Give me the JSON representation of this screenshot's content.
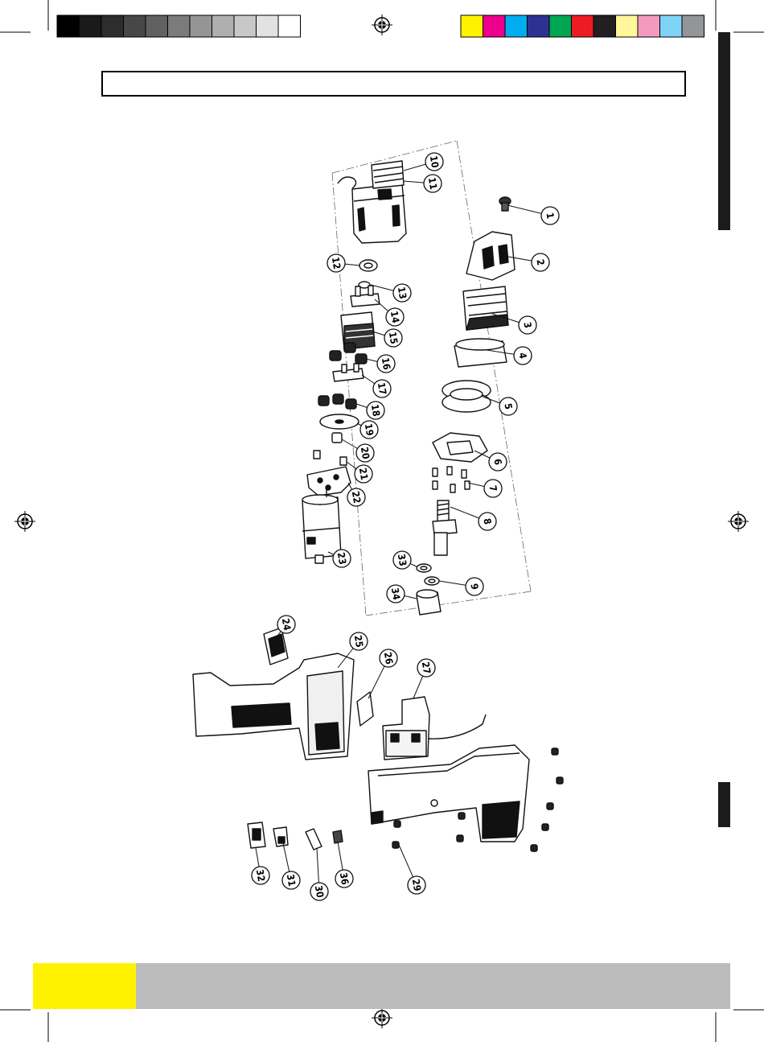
{
  "print_marks": {
    "grayscale_bar": [
      "#000000",
      "#1a1a1a",
      "#2d2d2d",
      "#474747",
      "#616161",
      "#7b7b7b",
      "#959595",
      "#afafaf",
      "#c8c8c8",
      "#e2e2e2",
      "#ffffff"
    ],
    "color_bar": [
      "#fff200",
      "#ec008c",
      "#00aeef",
      "#2e3192",
      "#00a651",
      "#ed1c24",
      "#231f20",
      "#fff799",
      "#f49ac1",
      "#7fd3f7",
      "#939598"
    ]
  },
  "header": {
    "title": ""
  },
  "footer": {
    "accent": "#fff200",
    "band": "#bcbcbc"
  },
  "side_tabs": {
    "color": "#1b1b1b"
  },
  "callouts": [
    {
      "id": "c1",
      "label": "1"
    },
    {
      "id": "c2",
      "label": "2"
    },
    {
      "id": "c3",
      "label": "3"
    },
    {
      "id": "c4",
      "label": "4"
    },
    {
      "id": "c5",
      "label": "5"
    },
    {
      "id": "c6",
      "label": "6"
    },
    {
      "id": "c7",
      "label": "7"
    },
    {
      "id": "c8",
      "label": "8"
    },
    {
      "id": "c9",
      "label": "9"
    },
    {
      "id": "c10",
      "label": "10"
    },
    {
      "id": "c11",
      "label": "11"
    },
    {
      "id": "c12",
      "label": "12"
    },
    {
      "id": "c13",
      "label": "13"
    },
    {
      "id": "c14",
      "label": "14"
    },
    {
      "id": "c15",
      "label": "15"
    },
    {
      "id": "c16",
      "label": "16"
    },
    {
      "id": "c17",
      "label": "17"
    },
    {
      "id": "c18",
      "label": "18"
    },
    {
      "id": "c19",
      "label": "19"
    },
    {
      "id": "c20",
      "label": "20"
    },
    {
      "id": "c21",
      "label": "21"
    },
    {
      "id": "c22",
      "label": "22"
    },
    {
      "id": "c23",
      "label": "23"
    },
    {
      "id": "c24",
      "label": "24"
    },
    {
      "id": "c25",
      "label": "25"
    },
    {
      "id": "c26",
      "label": "26"
    },
    {
      "id": "c27",
      "label": "27"
    },
    {
      "id": "c29",
      "label": "29"
    },
    {
      "id": "c30",
      "label": "30"
    },
    {
      "id": "c31",
      "label": "31"
    },
    {
      "id": "c32",
      "label": "32"
    },
    {
      "id": "c33",
      "label": "33"
    },
    {
      "id": "c34",
      "label": "34"
    },
    {
      "id": "c36",
      "label": "36"
    }
  ]
}
